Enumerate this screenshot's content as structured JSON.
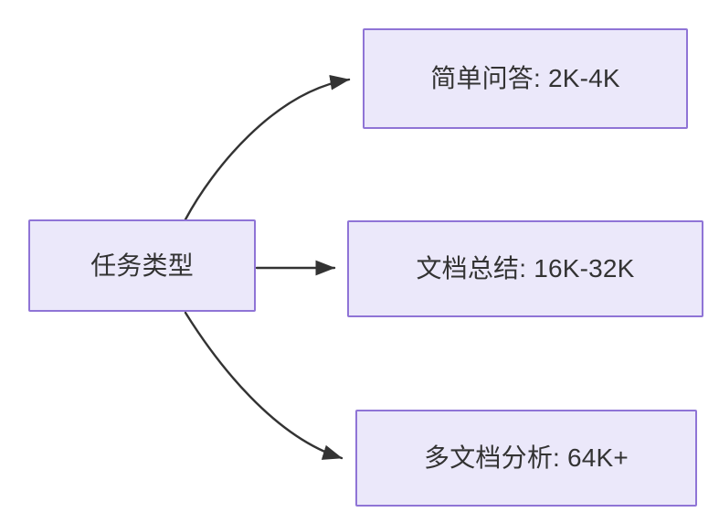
{
  "diagram": {
    "type": "flowchart",
    "title": "任务类型",
    "background_color": "#ffffff",
    "node_fill_color": "#ebe8fa",
    "node_border_color": "#8f74d6",
    "node_text_color": "#333333",
    "edge_color": "#333333",
    "root": {
      "id": "root",
      "label": "任务类型"
    },
    "nodes": [
      {
        "id": "simple-qa",
        "label": "简单问答: 2K-4K",
        "task": "简单问答",
        "tokens": "2K-4K"
      },
      {
        "id": "doc-summary",
        "label": "文档总结: 16K-32K",
        "task": "文档总结",
        "tokens": "16K-32K"
      },
      {
        "id": "multi-doc",
        "label": "多文档分析: 64K+",
        "task": "多文档分析",
        "tokens": "64K+"
      }
    ],
    "edges": [
      {
        "id": "edge-root-simple-qa",
        "from": "root",
        "to": "simple-qa",
        "style": "curved",
        "arrowhead": "solid-triangle"
      },
      {
        "id": "edge-root-doc-summary",
        "from": "root",
        "to": "doc-summary",
        "style": "straight",
        "arrowhead": "solid-triangle"
      },
      {
        "id": "edge-root-multi-doc",
        "from": "root",
        "to": "multi-doc",
        "style": "curved",
        "arrowhead": "solid-triangle"
      }
    ]
  }
}
